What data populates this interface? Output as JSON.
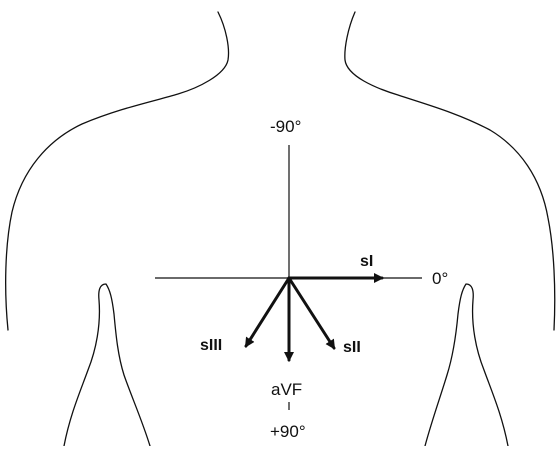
{
  "diagram": {
    "axis_labels": {
      "top": "-90°",
      "right": "0°",
      "bottom": "+90°"
    },
    "vectors": {
      "si": "sI",
      "sii": "sII",
      "siii": "sIII",
      "avf": "aVF"
    },
    "colors": {
      "ink": "#111111",
      "background": "#ffffff"
    }
  }
}
